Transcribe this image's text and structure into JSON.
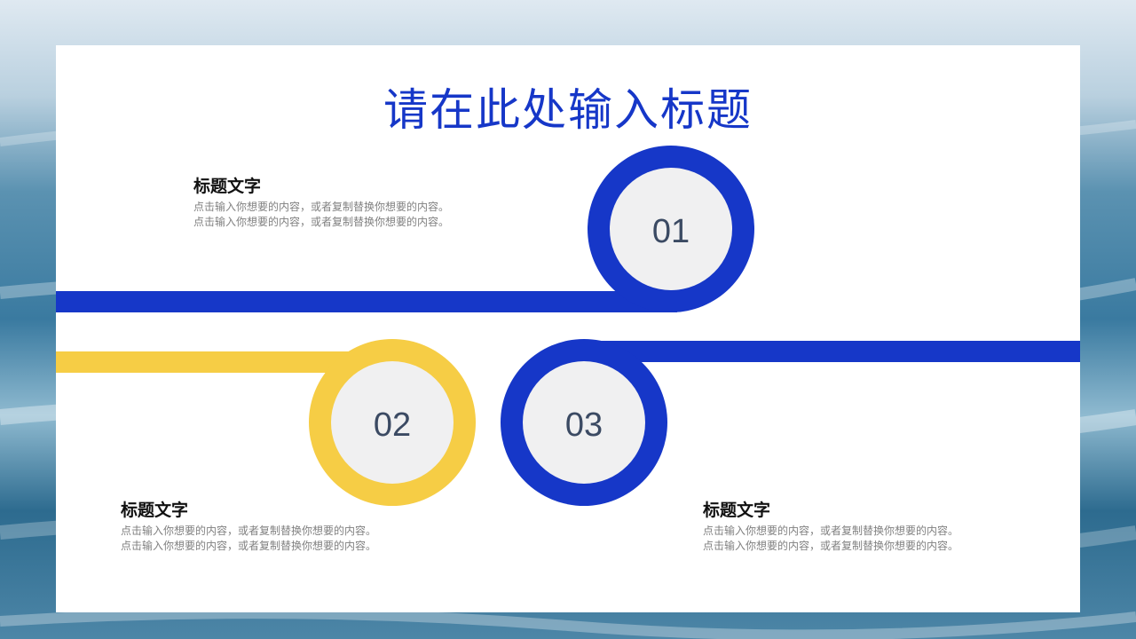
{
  "slide": {
    "title": "请在此处输入标题"
  },
  "steps": [
    {
      "number": "01",
      "heading": "标题文字",
      "lines": [
        "点击输入你想要的内容，或者复制替换你想要的内容。",
        "点击输入你想要的内容，或者复制替换你想要的内容。"
      ],
      "ring_color": "#1637c8"
    },
    {
      "number": "02",
      "heading": "标题文字",
      "lines": [
        "点击输入你想要的内容，或者复制替换你想要的内容。",
        "点击输入你想要的内容，或者复制替换你想要的内容。"
      ],
      "ring_color": "#f6cd45"
    },
    {
      "number": "03",
      "heading": "标题文字",
      "lines": [
        "点击输入你想要的内容，或者复制替换你想要的内容。",
        "点击输入你想要的内容，或者复制替换你想要的内容。"
      ],
      "ring_color": "#1637c8"
    }
  ],
  "colors": {
    "blue": "#1637c8",
    "yellow": "#f6cd45",
    "circle_fill": "#f0f0f1",
    "number_text": "#3b4a63"
  }
}
